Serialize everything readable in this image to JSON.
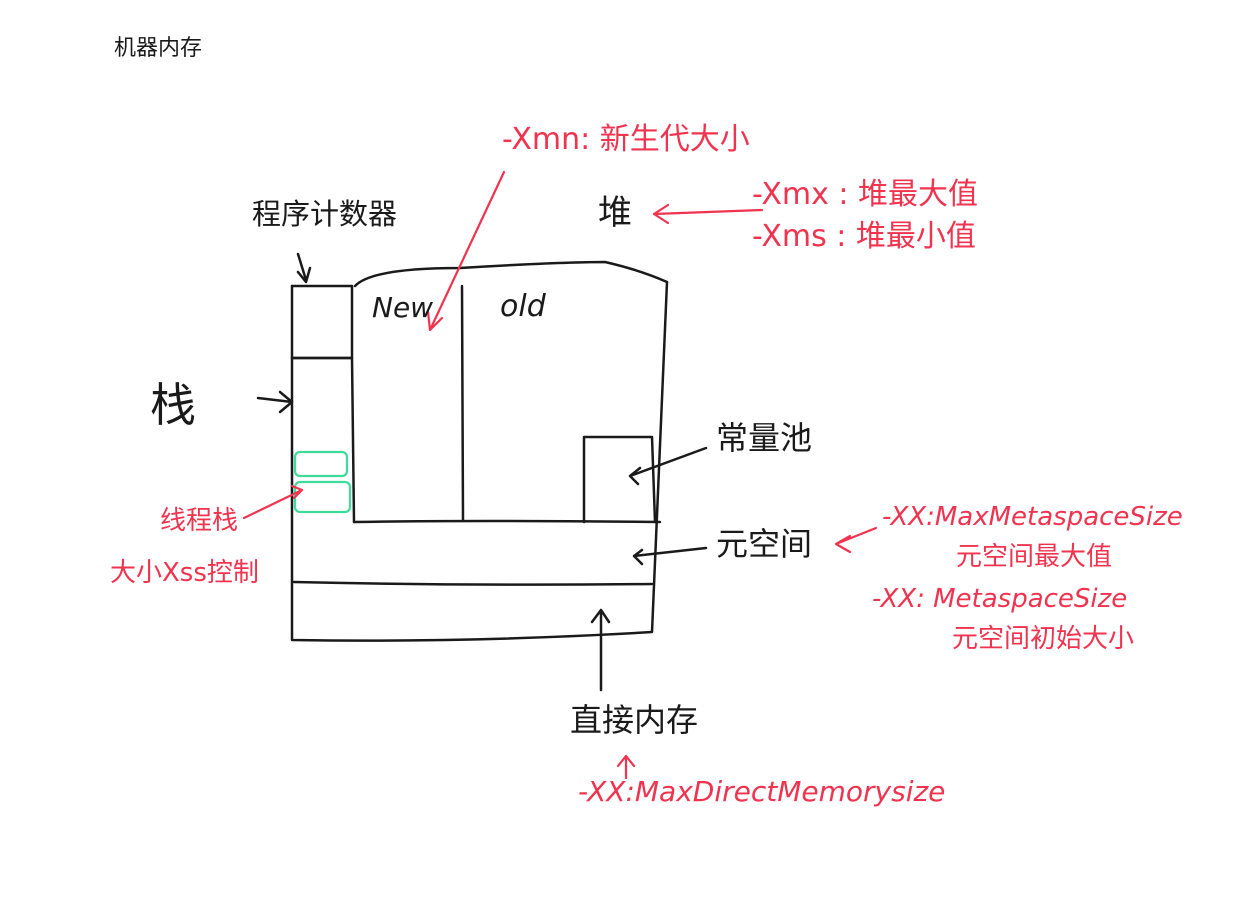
{
  "title": "机器内存",
  "colors": {
    "ink": "#1a1a1a",
    "annotation": "#f0334f",
    "highlight": "#3ddc9a"
  },
  "regions": {
    "program_counter": "程序计数器",
    "stack": "栈",
    "heap": "堆",
    "new": "New",
    "old": "old",
    "constant_pool": "常量池",
    "metaspace": "元空间",
    "direct_memory": "直接内存"
  },
  "annotations": {
    "xmn_param": "-Xmn: 新生代大小",
    "xmx_param": "-Xmx : 堆最大值",
    "xms_param": "-Xms : 堆最小值",
    "thread_stack_line1": "线程栈",
    "thread_stack_line2": "大小Xss控制",
    "max_metaspace_param": "-XX:MaxMetaspaceSize",
    "max_metaspace_desc": "元空间最大值",
    "metaspace_param": "-XX: MetaspaceSize",
    "metaspace_desc": "元空间初始大小",
    "max_direct_memory_param": "-XX:MaxDirectMemorysize"
  }
}
